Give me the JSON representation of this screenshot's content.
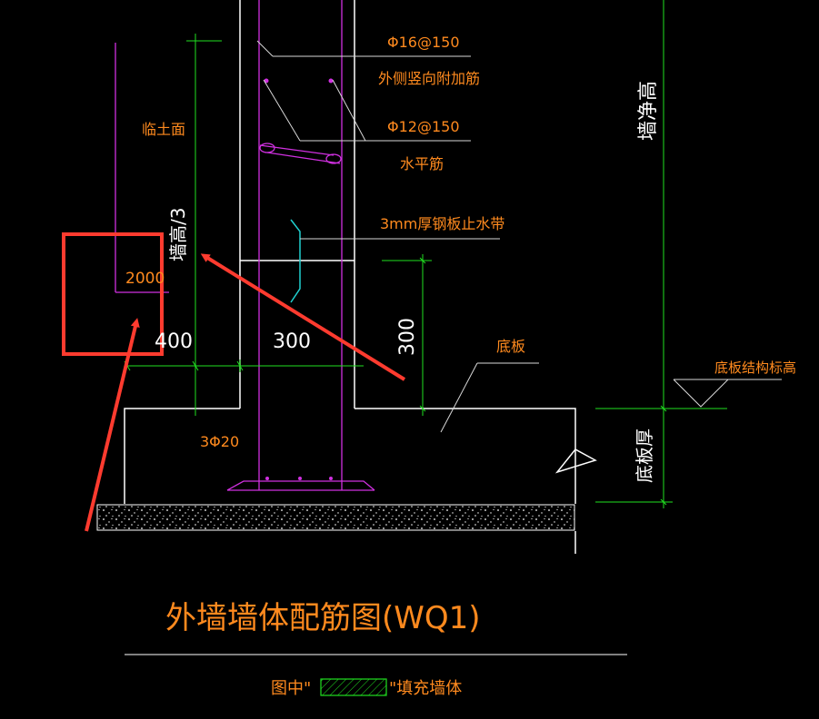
{
  "labels": {
    "rebar_vertical": "Φ16@150",
    "rebar_vertical_desc": "外侧竖向附加筋",
    "rebar_horizontal": "Φ12@150",
    "rebar_horizontal_desc": "水平筋",
    "waterstop": "3mm厚钢板止水带",
    "soil_face": "临土面",
    "wall_height_third": "墙高/3",
    "dim_2000": "2000",
    "dim_400": "400",
    "dim_300_wall": "300",
    "dim_300_vertical": "300",
    "slab": "底板",
    "slab_elevation": "底板结构标高",
    "wall_clear_height": "墙净高",
    "slab_thickness": "底板厚",
    "bottom_bars": "3Φ20",
    "title": "外墙墙体配筋图(WQ1)",
    "legend_prefix": "图中\"",
    "legend_suffix": "\"填充墙体"
  },
  "colors": {
    "background": "#000000",
    "text_orange": "#ff8a1e",
    "dim_green": "#20e020",
    "rebar_magenta": "#d030e0",
    "wall_white": "#ffffff",
    "highlight_red": "#ff3b2f",
    "waterstop_cyan": "#20d0d0"
  }
}
